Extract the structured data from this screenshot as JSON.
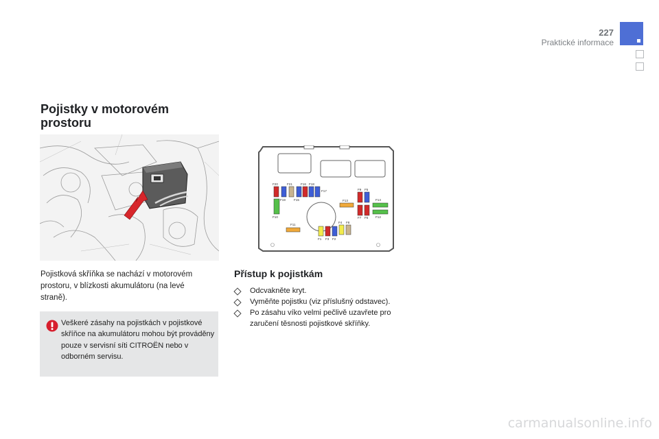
{
  "header": {
    "page_number": "227",
    "section": "Praktické informace",
    "accent_color": "#4e6fd5"
  },
  "main_title": "Pojistky v motorovém prostoru",
  "intro_text": "Pojistková skříňka se nachází v motorovém prostoru, v blízkosti akumulátoru (na levé straně).",
  "warning": {
    "icon": "exclamation-warning-icon",
    "text": "Veškeré zásahy na pojistkách v pojistkové skříňce na akumulátoru mohou být prováděny pouze v servisní síti CITROËN nebo v odborném servisu."
  },
  "fuse_box": {
    "labels": {
      "F20": "F20",
      "F21": "F21",
      "F16": "F16",
      "F18": "F18",
      "F17": "F17",
      "F19": "F19",
      "F15": "F15",
      "F9": "F9",
      "F5": "F5",
      "F13": "F13",
      "F14": "F14",
      "F10": "F10",
      "F7": "F7",
      "F6": "F6",
      "F12": "F12",
      "F11": "F11",
      "F4": "F4",
      "F8": "F8",
      "F1": "F1",
      "F3": "F3",
      "F2": "F2"
    }
  },
  "access": {
    "title": "Přístup k pojistkám",
    "steps": [
      "Odcvakněte kryt.",
      "Vyměňte pojistku (viz příslušný odstavec).",
      "Po zásahu víko velmi pečlivě uzavřete pro zaručení těsnosti pojistkové skříňky."
    ]
  },
  "watermark": "carmanualsonline.info"
}
